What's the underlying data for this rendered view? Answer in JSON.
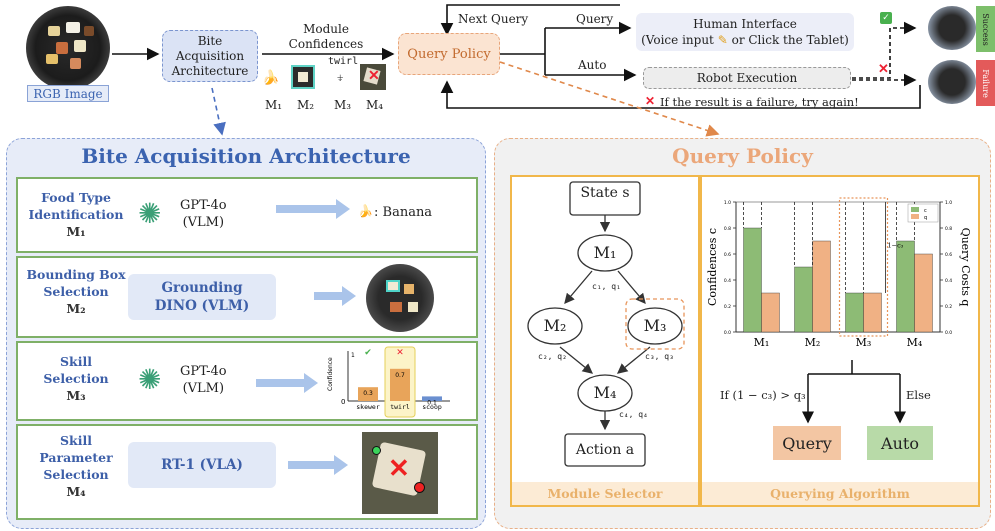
{
  "top": {
    "rgb_image_label": "RGB Image",
    "bite_arch_label": "Bite Acquisition Architecture",
    "module_conf_label": "Module Confidences",
    "query_policy_label": "Query Policy",
    "next_query_label": "Next Query",
    "query_label": "Query",
    "auto_label": "Auto",
    "human_interface_line1": "Human Interface",
    "human_interface_line2": "(Voice input",
    "human_interface_line3": "or Click the Tablet)",
    "robot_execution_label": "Robot Execution",
    "retry_label": "If the result is a failure, try again!",
    "success_label": "Success",
    "failure_label": "Failure",
    "twirl_label": "twirl",
    "modules": [
      "M₁",
      "M₂",
      "M₃",
      "M₄"
    ]
  },
  "left_panel": {
    "title": "Bite Acquisition Architecture",
    "rows": [
      {
        "name_line1": "Food Type",
        "name_line2": "Identification",
        "module": "M₁",
        "model_line1": "GPT-4o",
        "model_line2": "(VLM)",
        "output": ": Banana"
      },
      {
        "name_line1": "Bounding Box",
        "name_line2": "Selection",
        "module": "M₂",
        "model_line1": "Grounding",
        "model_line2": "DINO (VLM)"
      },
      {
        "name_line1": "Skill",
        "name_line2": "Selection",
        "module": "M₃",
        "model_line1": "GPT-4o",
        "model_line2": "(VLM)"
      },
      {
        "name_line1": "Skill",
        "name_line2": "Parameter",
        "name_line3": "Selection",
        "module": "M₄",
        "model_line1": "RT-1 (VLA)"
      }
    ],
    "skill_chart": {
      "ylabel": "Confidence",
      "ytick_top": "1",
      "ytick_zero": "0",
      "categories": [
        "skewer",
        "twirl",
        "scoop"
      ],
      "values": [
        0.3,
        0.7,
        0.1
      ],
      "value_labels": [
        "0.3",
        "0.7",
        "0.1"
      ],
      "colors": [
        "#e8a45a",
        "#e8a45a",
        "#6a8fd0"
      ]
    }
  },
  "right_panel": {
    "title": "Query Policy",
    "module_selector_label": "Module Selector",
    "querying_algorithm_label": "Querying Algorithm",
    "graph": {
      "state": "State s",
      "action": "Action a",
      "m1": "M₁",
      "m2": "M₂",
      "m3": "M₃",
      "m4": "M₄",
      "cq1": "c₁, q₁",
      "cq2": "c₂, q₂",
      "cq3": "c₃, q₃",
      "cq4": "c₄, q₄"
    },
    "condition_label": "If (1 − c₃) > q₃",
    "else_label": "Else",
    "query_button": "Query",
    "auto_button": "Auto",
    "one_minus_c": "1−c₃"
  },
  "chart_data": {
    "type": "bar",
    "categories": [
      "M₁",
      "M₂",
      "M₃",
      "M₄"
    ],
    "series": [
      {
        "name": "c",
        "values": [
          0.8,
          0.5,
          0.3,
          0.7
        ],
        "color": "#8dbb75"
      },
      {
        "name": "q",
        "values": [
          0.3,
          0.7,
          0.3,
          0.6
        ],
        "color": "#f0b184"
      }
    ],
    "xlabel": "",
    "ylabel": "Confidences c",
    "ylabel_right": "Query Costs q",
    "ylim": [
      0,
      1
    ],
    "yticks": [
      "1.0",
      "0.8",
      "0.6",
      "0.4",
      "0.2",
      "0.0"
    ],
    "legend": "top-right"
  }
}
